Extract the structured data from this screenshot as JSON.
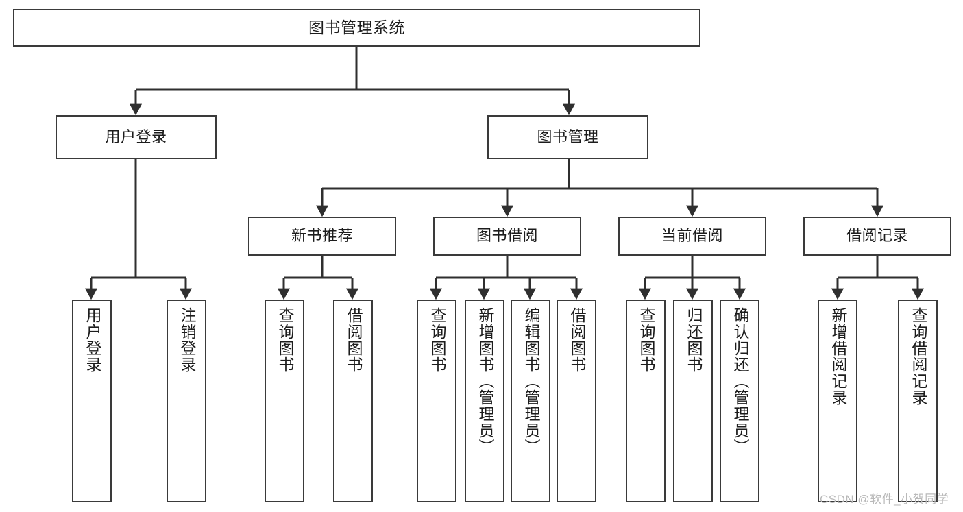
{
  "diagram": {
    "type": "tree",
    "title": "图书管理系统",
    "orientation": "top-down",
    "colors": {
      "node_border": "#3a3a3a",
      "node_fill": "#ffffff",
      "edge": "#2f2f2f",
      "text": "#1c1c1c",
      "watermark": "#b9b9b9",
      "background": "#ffffff"
    },
    "nodes": {
      "root": {
        "label": "图书管理系统"
      },
      "level2": [
        {
          "label": "用户登录"
        },
        {
          "label": "图书管理"
        }
      ],
      "level3": [
        {
          "label": "新书推荐"
        },
        {
          "label": "图书借阅"
        },
        {
          "label": "当前借阅"
        },
        {
          "label": "借阅记录"
        }
      ],
      "leaves": {
        "user_login": [
          {
            "label": "用户登录"
          },
          {
            "label": "注销登录"
          }
        ],
        "new_book": [
          {
            "label": "查询图书"
          },
          {
            "label": "借阅图书"
          }
        ],
        "book_borrow": [
          {
            "label": "查询图书"
          },
          {
            "label": "新增图书（管理员）"
          },
          {
            "label": "编辑图书（管理员）"
          },
          {
            "label": "借阅图书"
          }
        ],
        "current_borrow": [
          {
            "label": "查询图书"
          },
          {
            "label": "归还图书"
          },
          {
            "label": "确认归还（管理员）"
          }
        ],
        "borrow_record": [
          {
            "label": "新增借阅记录"
          },
          {
            "label": "查询借阅记录"
          }
        ]
      }
    },
    "watermark": "CSDN @软件_小贺同学"
  }
}
